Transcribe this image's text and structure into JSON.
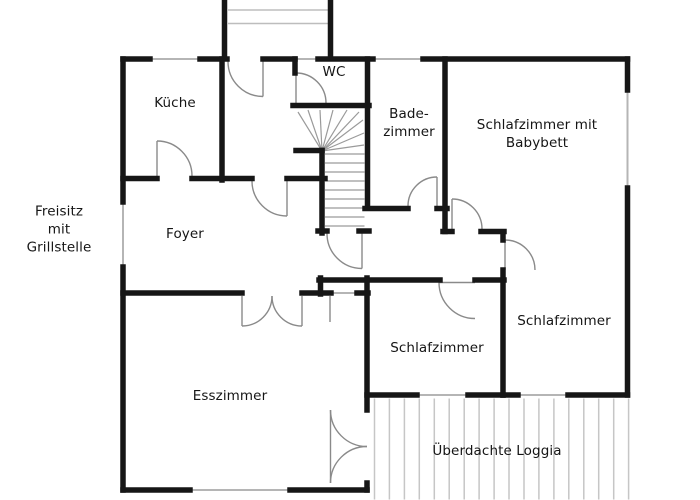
{
  "plan": {
    "type": "floor-plan",
    "labels": {
      "freisitz": "Freisitz\nmit\nGrillstelle",
      "kueche": "Küche",
      "wc": "WC",
      "badezimmer": "Bade-\nzimmer",
      "schlafzimmer_babybett": "Schlafzimmer mit\nBabybett",
      "foyer": "Foyer",
      "esszimmer": "Esszimmer",
      "schlafzimmer_mitte": "Schlafzimmer",
      "schlafzimmer_rechts": "Schlafzimmer",
      "loggia": "Überdachte Loggia"
    },
    "colors": {
      "wall": "#161616",
      "window": "#b5b5b5",
      "door": "#8a8a8a",
      "stair": "#9a9a9a",
      "deck": "#c6c6c6",
      "background": "#ffffff",
      "text": "#151515"
    }
  }
}
